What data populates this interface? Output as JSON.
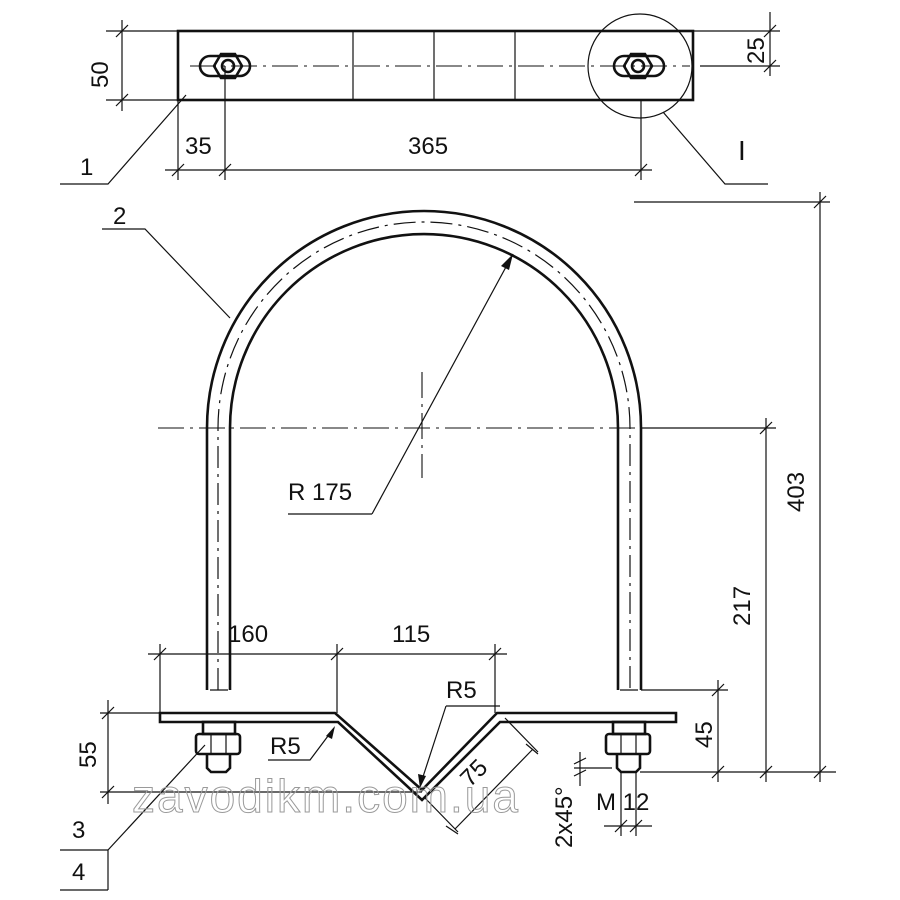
{
  "dimensions": {
    "plate_height": "50",
    "slot_offset": "25",
    "edge_to_slot": "35",
    "slot_spacing": "365",
    "radius": "R 175",
    "overall_height": "403",
    "straight_height": "217",
    "half_width": "160",
    "v_width": "115",
    "v_radius_top": "R5",
    "v_radius_side": "R5",
    "v_side": "75",
    "plate_depth": "55",
    "thread_length": "45",
    "thread": "M 12",
    "chamfer": "2x45°"
  },
  "callouts": {
    "part_1": "1",
    "part_2": "2",
    "part_3": "3",
    "part_4": "4",
    "detail_I": "I"
  },
  "watermark": "zavodikm.com.ua"
}
